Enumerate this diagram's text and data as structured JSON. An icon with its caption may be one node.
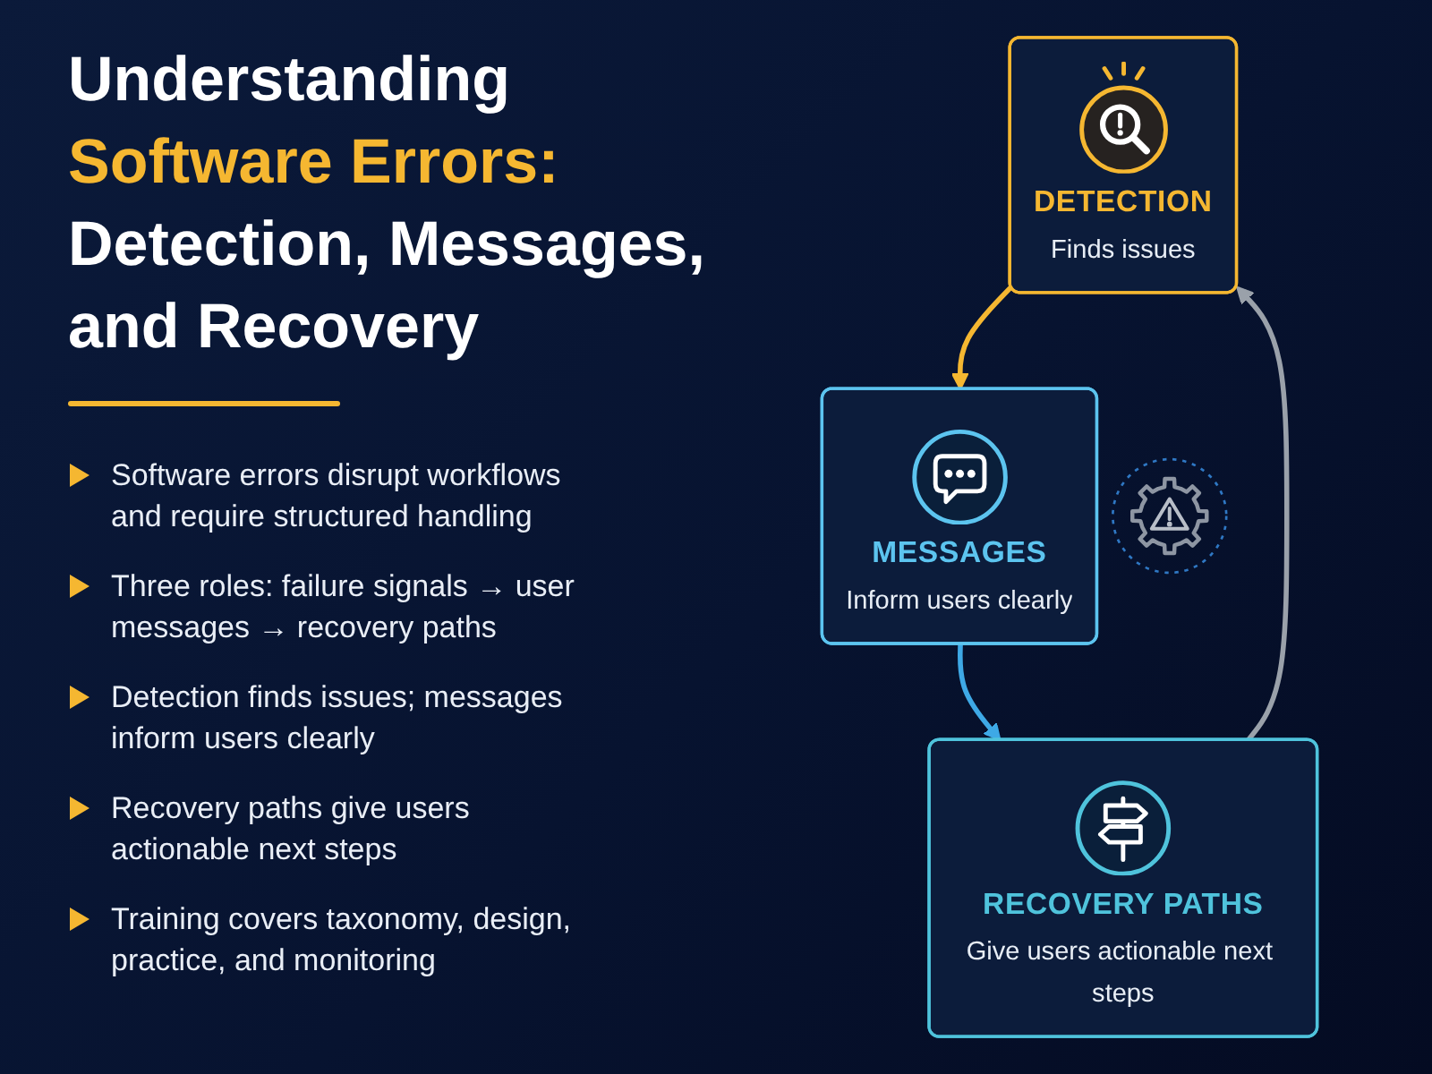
{
  "diagram": {
    "title": "Understanding Software Errors: Detection, Messages, and Recovery",
    "nodes": [
      {
        "text": [
          "DETECTION",
          "Finds issues"
        ]
      },
      {
        "text": [
          "MESSAGES",
          "Inform users clearly"
        ]
      },
      {
        "text": [
          "RECOVERY PATHS",
          "Give users actionable next steps"
        ]
      }
    ],
    "edges": [
      {
        "from": 0,
        "to": 1,
        "arrow": "to",
        "color": "#f5b731"
      },
      {
        "from": 1,
        "to": 2,
        "arrow": "to",
        "color": "#3ea9e6"
      },
      {
        "from": 2,
        "to": 0,
        "arrow": "to",
        "color": "#9aa1aa"
      }
    ],
    "labels": [
      "Software errors disrupt workflows and require structured handling",
      "Three roles: failure signals → user messages → recovery paths",
      "Detection finds issues; messages inform users clearly",
      "Recovery paths give users actionable next steps",
      "Training covers taxonomy, design, practice, and monitoring"
    ]
  }
}
